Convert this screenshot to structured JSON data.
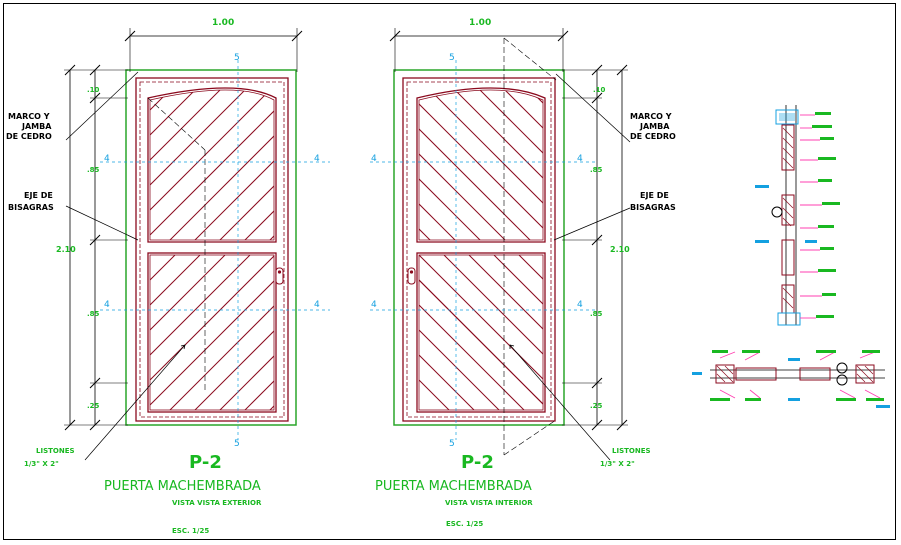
{
  "colors": {
    "door": "#8b0a1e",
    "frame": "#2aa52a",
    "dim": "#1a1a1a",
    "label": "#000000",
    "accent_text": "#19b821",
    "axis": "#14a0e0",
    "cut": "#ff3fb0",
    "bg": "#ffffff"
  },
  "left_view": {
    "width_dim": "1.00",
    "axis_top": "5",
    "axis_bottom": "5",
    "axis_side_left": "4",
    "axis_side_right": "4",
    "axis_side_left_lower": "4",
    "axis_side_right_lower": "4",
    "dim_total": "2.10",
    "dim_segments": [
      ".10",
      ".85",
      ".85",
      ".25"
    ],
    "label_marco": [
      "MARCO Y",
      "JAMBA",
      "DE CEDRO"
    ],
    "label_eje": [
      "EJE DE",
      "BISAGRAS"
    ],
    "label_listones": [
      "LISTONES",
      "1/3\" X 2\""
    ],
    "code": "P-2",
    "title": "PUERTA MACHEMBRADA",
    "subtitle": "VISTA VISTA EXTERIOR",
    "scale": "ESC. 1/25"
  },
  "right_view": {
    "width_dim": "1.00",
    "axis_top": "5",
    "axis_bottom": "5",
    "axis_side_left": "4",
    "axis_side_right": "4",
    "axis_side_left_lower": "4",
    "axis_side_right_lower": "4",
    "dim_total": "2.10",
    "dim_segments": [
      ".10",
      ".85",
      ".85",
      ".25"
    ],
    "label_marco": [
      "MARCO Y",
      "JAMBA",
      "DE CEDRO"
    ],
    "label_eje": [
      "EJE DE",
      "BISAGRAS"
    ],
    "label_listones": [
      "LISTONES",
      "1/3\" X 2\""
    ],
    "code": "P-2",
    "title": "PUERTA MACHEMBRADA",
    "subtitle": "VISTA VISTA INTERIOR",
    "scale": "ESC. 1/25"
  }
}
